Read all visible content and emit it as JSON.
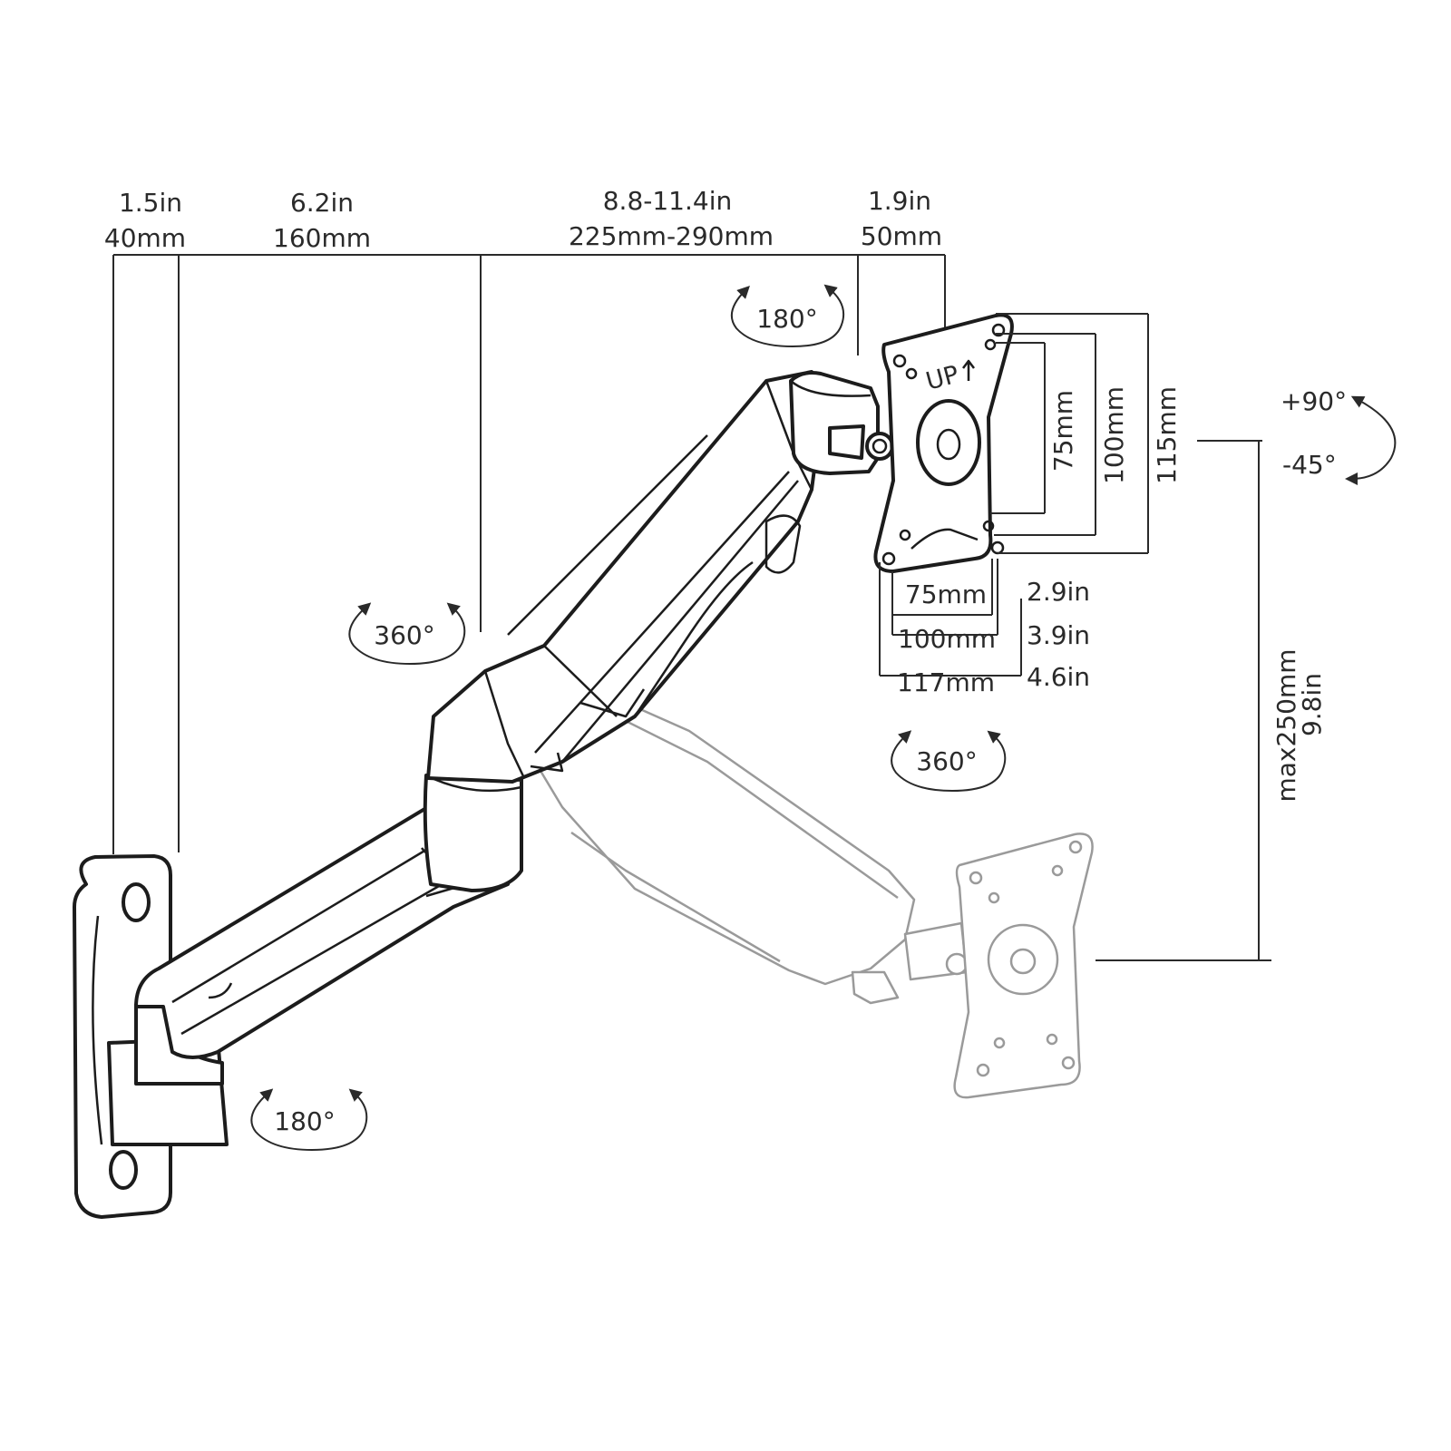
{
  "top_dimensions": [
    {
      "inch": "1.5in",
      "mm": "40mm"
    },
    {
      "inch": "6.2in",
      "mm": "160mm"
    },
    {
      "inch": "8.8-11.4in",
      "mm": "225mm-290mm"
    },
    {
      "inch": "1.9in",
      "mm": "50mm"
    }
  ],
  "vesa_vertical": [
    "75mm",
    "100mm",
    "115mm"
  ],
  "vesa_horizontal": [
    {
      "mm": "75mm",
      "inch": "2.9in"
    },
    {
      "mm": "100mm",
      "inch": "3.9in"
    },
    {
      "mm": "117mm",
      "inch": "4.6in"
    }
  ],
  "tilt": {
    "up": "+90°",
    "down": "-45°"
  },
  "height_adjust": {
    "mm": "max250mm",
    "inch": "9.8in"
  },
  "rotations": {
    "wall_swivel": "180°",
    "elbow": "360°",
    "head_swivel": "180°",
    "plate_rotation": "360°"
  },
  "plate_marking": "UP"
}
